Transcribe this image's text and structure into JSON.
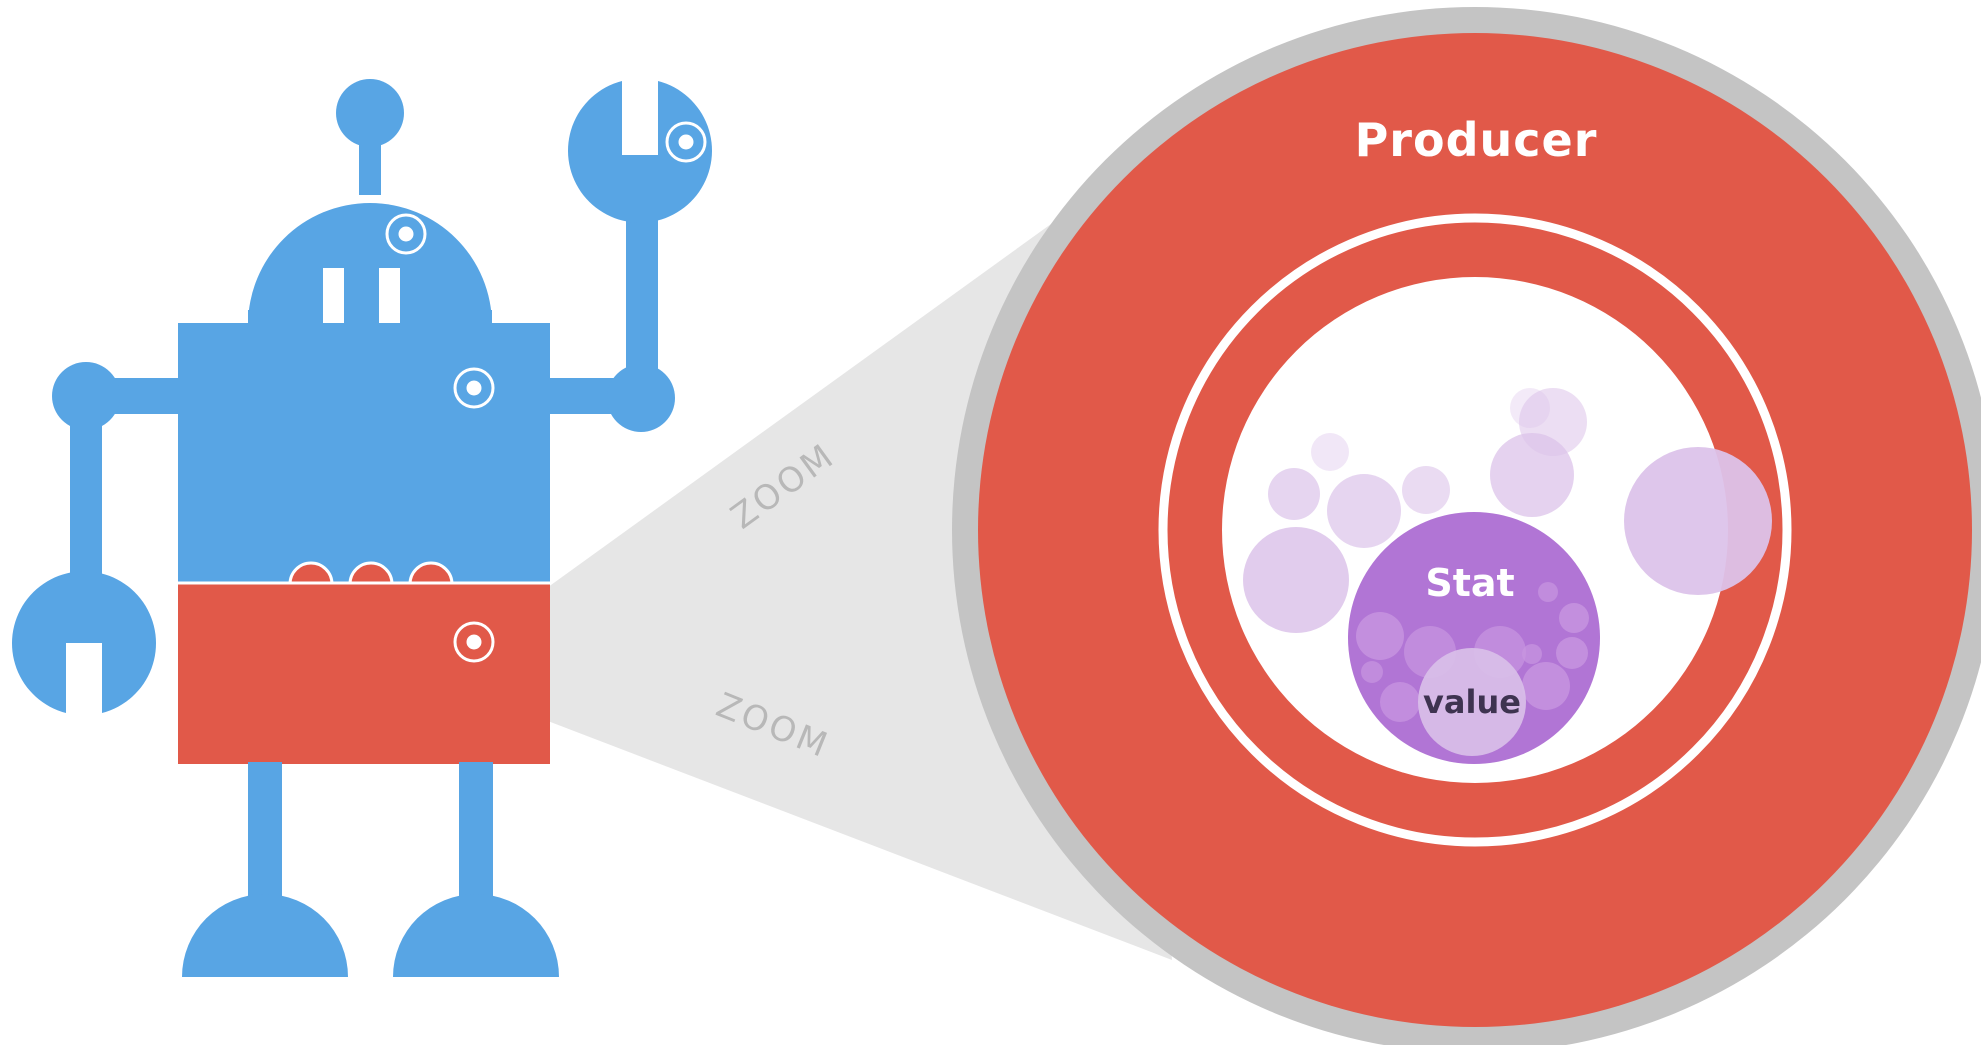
{
  "labels": {
    "producer": "Producer",
    "stat": "Stat",
    "value": "value",
    "zoom_upper": "ZOOM",
    "zoom_lower": "ZOOM"
  },
  "colors": {
    "robot_blue": "#58a5e4",
    "producer_red": "#e15949",
    "outer_ring_gray": "#c4c4c4",
    "zoom_beam_gray": "#e6e6e6",
    "stat_purple": "#b175d5",
    "bubble_light_purple": "#dcc3ea",
    "value_bubble": "#d9bfe8",
    "white": "#ffffff"
  },
  "icons": {
    "robot": "robot-illustration",
    "bolt": "bolt-ring-icon",
    "bubbles": "bubble-cluster"
  }
}
